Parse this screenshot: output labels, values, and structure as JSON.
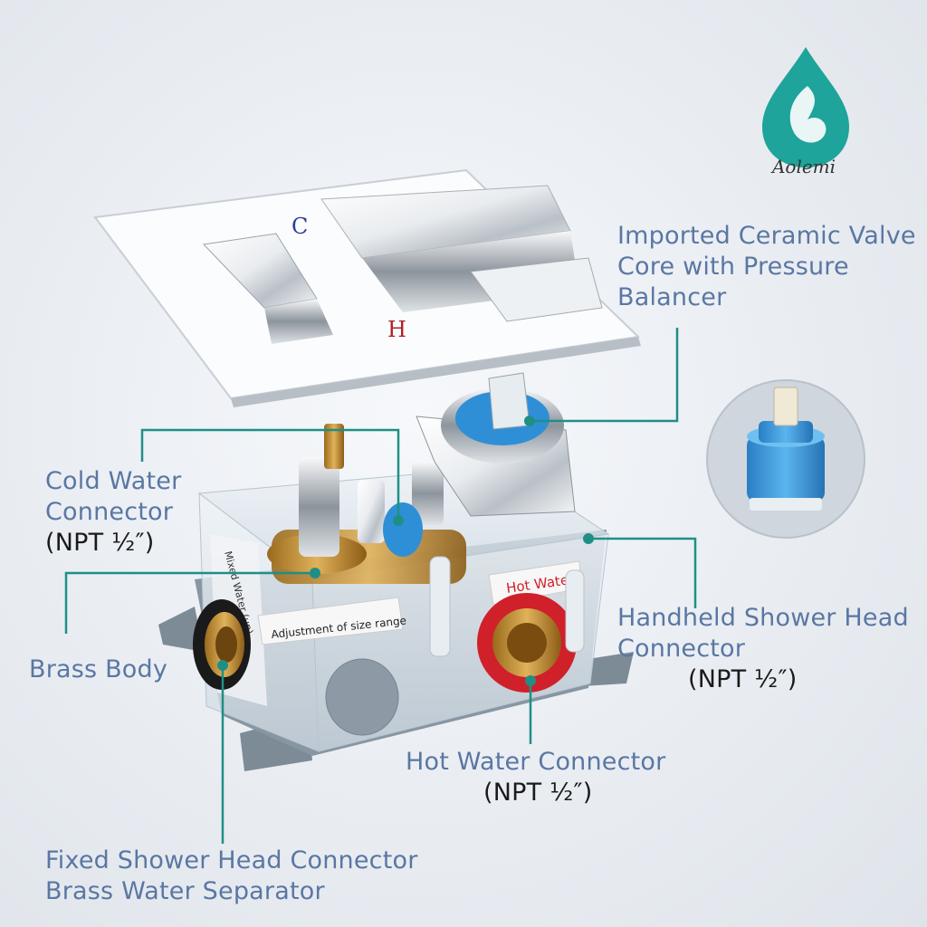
{
  "brand": {
    "name": "Aolemi",
    "logo_icon": "water-drop-logo-icon",
    "logo_color": "#1ea49a"
  },
  "callouts": {
    "valve_core": {
      "line1": "Imported Ceramic Valve",
      "line2": "Core with Pressure",
      "line3": "Balancer"
    },
    "cold_water": {
      "line1": "Cold Water",
      "line2": "Connector",
      "spec": "(NPT ½″)"
    },
    "brass_body": {
      "line1": "Brass Body"
    },
    "handheld": {
      "line1": "Handheld Shower Head",
      "line2": "Connector",
      "spec": "(NPT ½″)"
    },
    "hot_water": {
      "line1": "Hot Water Connector",
      "spec": "(NPT ½″)"
    },
    "fixed_shower": {
      "line1": "Fixed Shower Head Connector",
      "line2": "Brass Water Separator"
    }
  },
  "product_marks": {
    "plate_cold_letter": "C",
    "plate_hot_letter": "H",
    "box_hot_water_label": "Hot Water",
    "box_mixed_water_label": "Mixed Water (up)",
    "box_adjustment_label": "Adjustment of size range"
  },
  "colors": {
    "label_text": "#5a77a3",
    "leader_line": "#1f8f86",
    "hot_ring": "#d0202a",
    "cartridge_blue": "#2f8fd6"
  }
}
